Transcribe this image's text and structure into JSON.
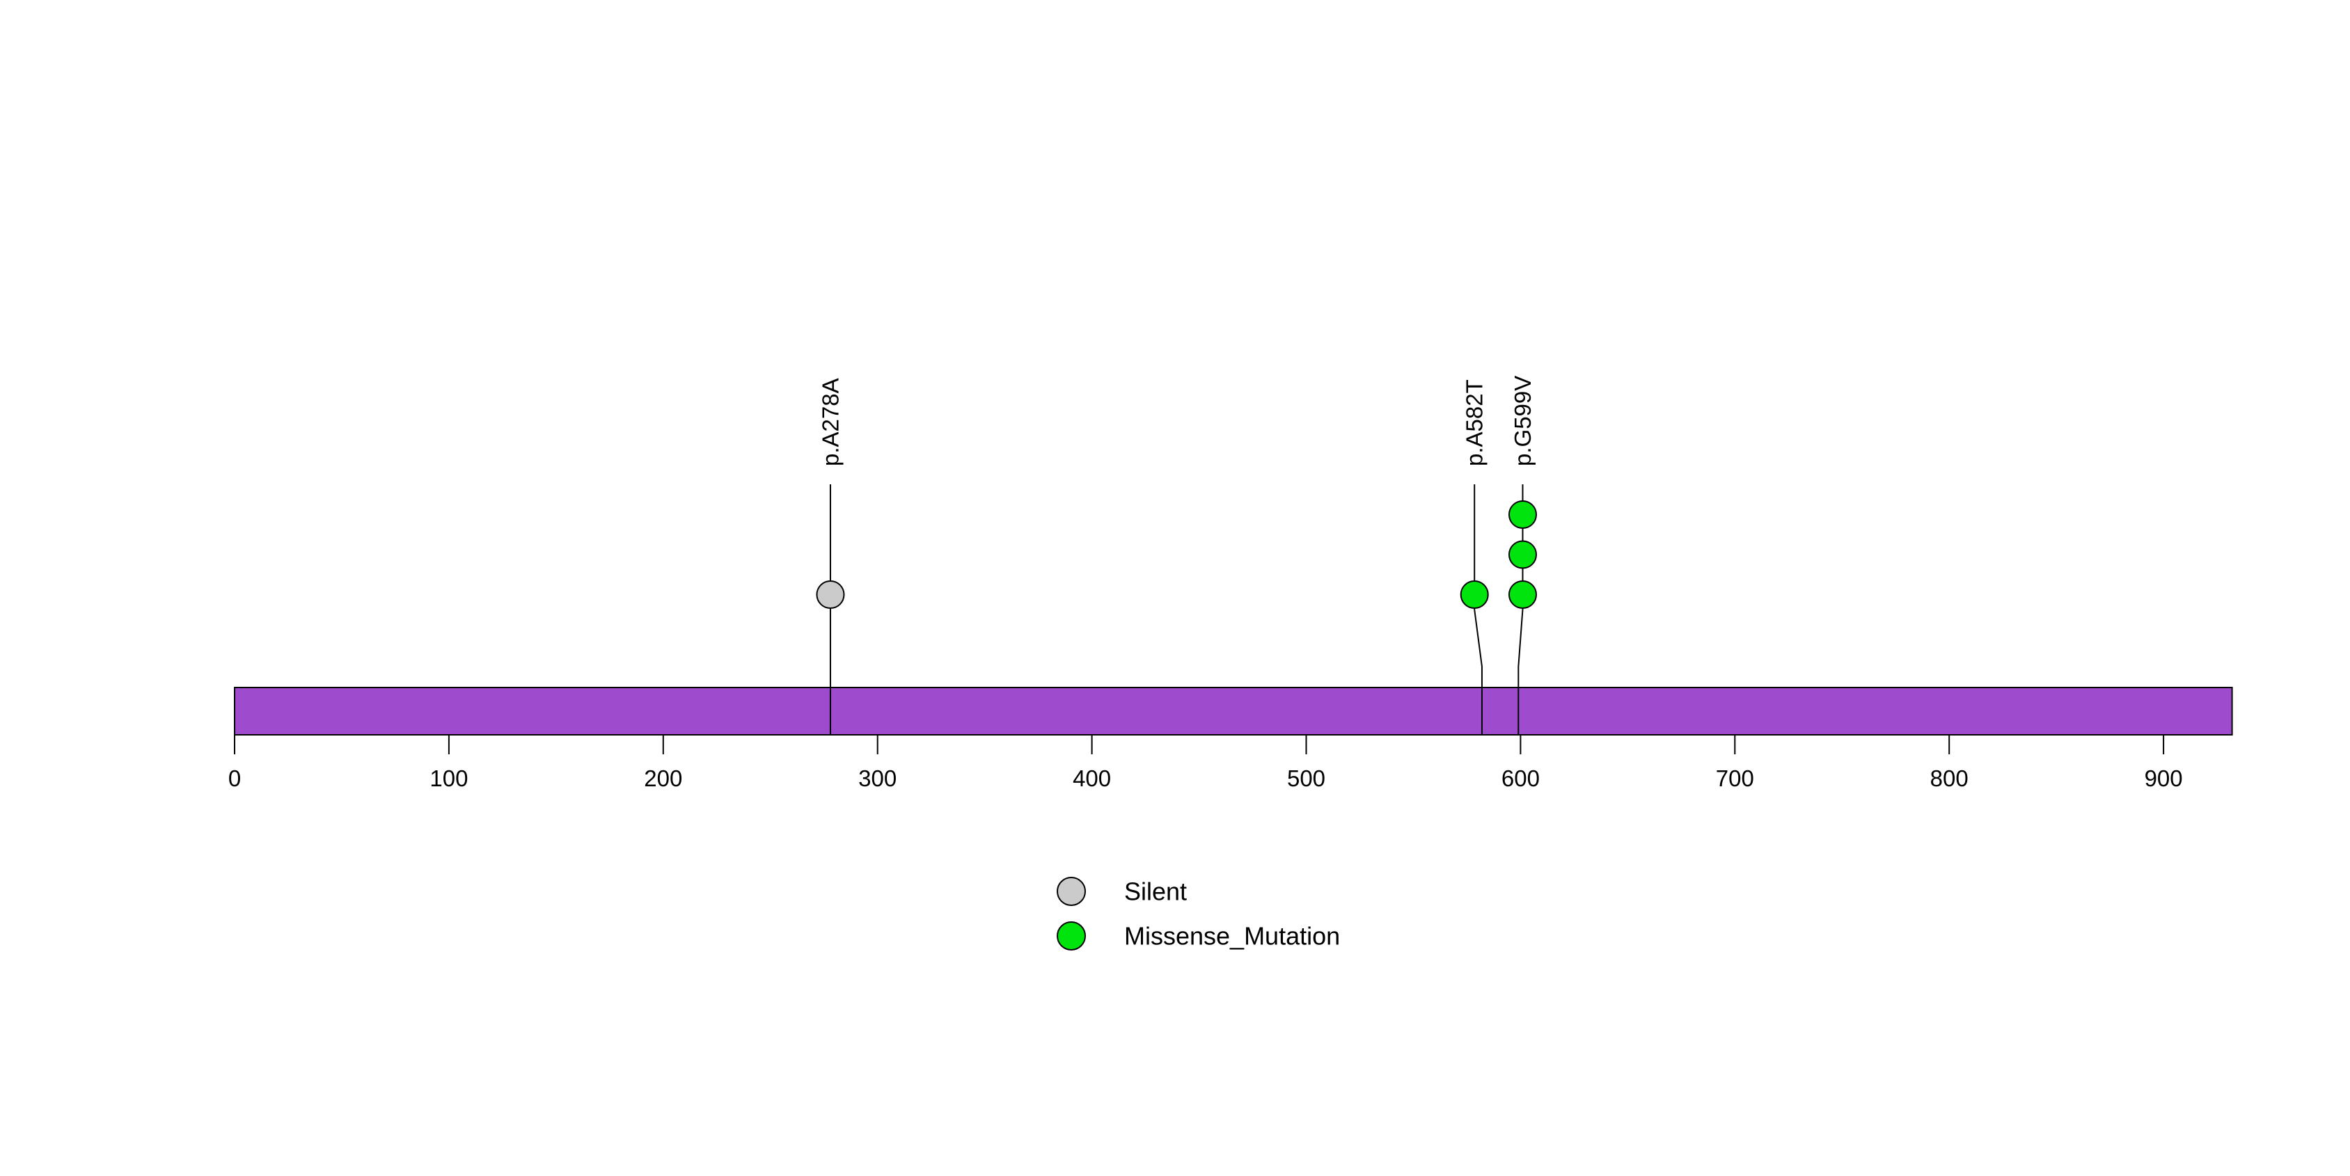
{
  "chart_data": {
    "type": "lollipop",
    "title": "",
    "xlabel": "",
    "ylabel": "",
    "xlim": [
      0,
      932
    ],
    "protein_length": 932,
    "x_ticks": [
      0,
      100,
      200,
      300,
      400,
      500,
      600,
      700,
      800,
      900
    ],
    "grid": "off",
    "legend_position": "bottom-center",
    "mutations": [
      {
        "label": "p.A278A",
        "position": 278,
        "head_position": 278,
        "variant_class": "Silent",
        "count": 1
      },
      {
        "label": "p.A582T",
        "position": 582,
        "head_position": 578.5,
        "variant_class": "Missense_Mutation",
        "count": 1
      },
      {
        "label": "p.G599V",
        "position": 599,
        "head_position": 601,
        "variant_class": "Missense_Mutation",
        "count": 3
      }
    ],
    "legend": [
      {
        "label": "Silent",
        "color": "#cbcbcb"
      },
      {
        "label": "Missense_Mutation",
        "color": "#00e40e"
      }
    ],
    "colors": {
      "Silent": "#cbcbcb",
      "Missense_Mutation": "#00e40e",
      "domain_bar": "#9e4bcd",
      "stroke": "#000000",
      "background": "#ffffff"
    }
  }
}
